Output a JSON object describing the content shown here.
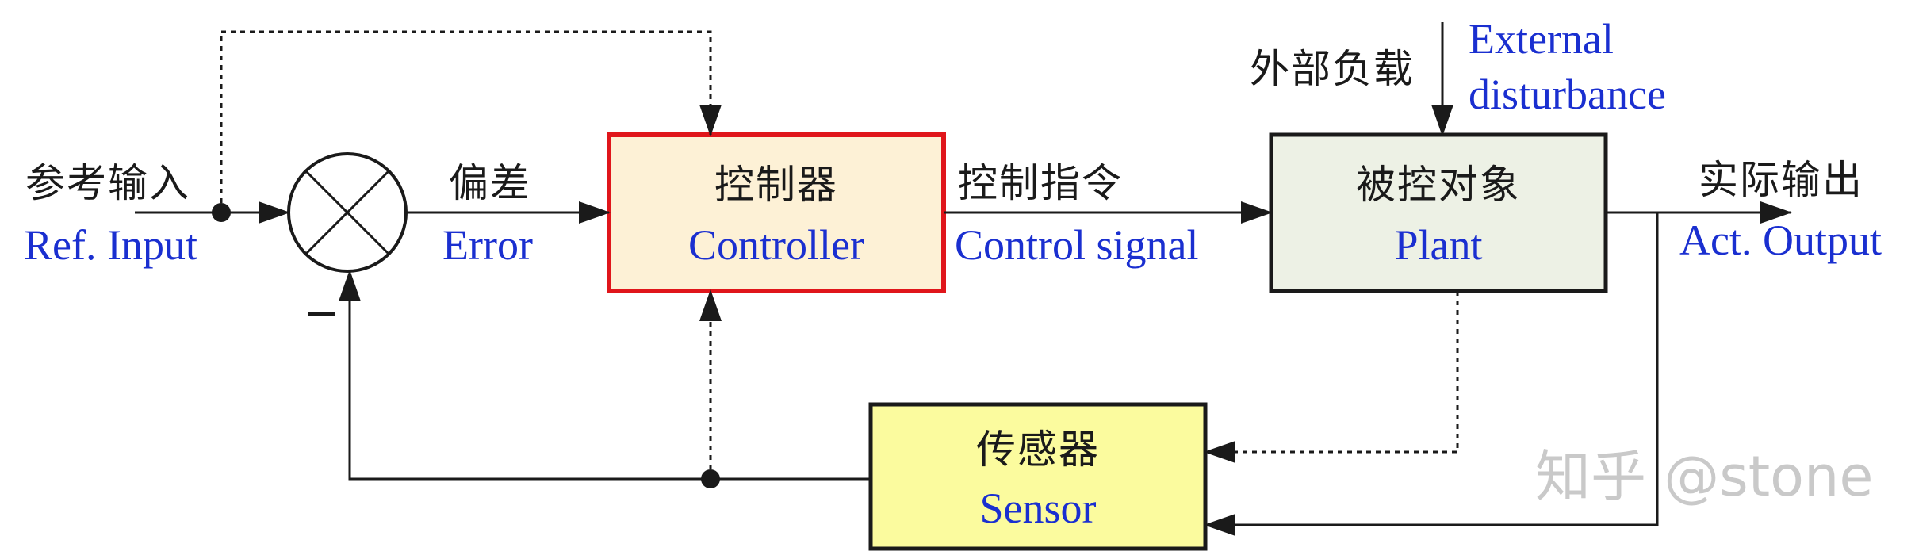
{
  "watermark": "知乎 @stone",
  "minus_sign": "−",
  "colors": {
    "english_text": "#1a2fd0",
    "line": "#1a1a1a",
    "controller_fill": "#fdf1d6",
    "controller_border": "#e0161b",
    "plant_fill": "#edf1e5",
    "sensor_fill": "#fbfb9e"
  },
  "labels": {
    "ref_input": {
      "cn": "参考输入",
      "en": "Ref. Input"
    },
    "error": {
      "cn": "偏差",
      "en": "Error"
    },
    "control_signal": {
      "cn": "控制指令",
      "en": "Control signal"
    },
    "act_output": {
      "cn": "实际输出",
      "en": "Act. Output"
    },
    "ext_disturbance": {
      "cn": "外部负载",
      "en_line1": "External",
      "en_line2": "disturbance"
    }
  },
  "blocks": {
    "controller": {
      "cn": "控制器",
      "en": "Controller"
    },
    "plant": {
      "cn": "被控对象",
      "en": "Plant"
    },
    "sensor": {
      "cn": "传感器",
      "en": "Sensor"
    }
  },
  "summing_junction": {
    "name": "summing-junction"
  }
}
